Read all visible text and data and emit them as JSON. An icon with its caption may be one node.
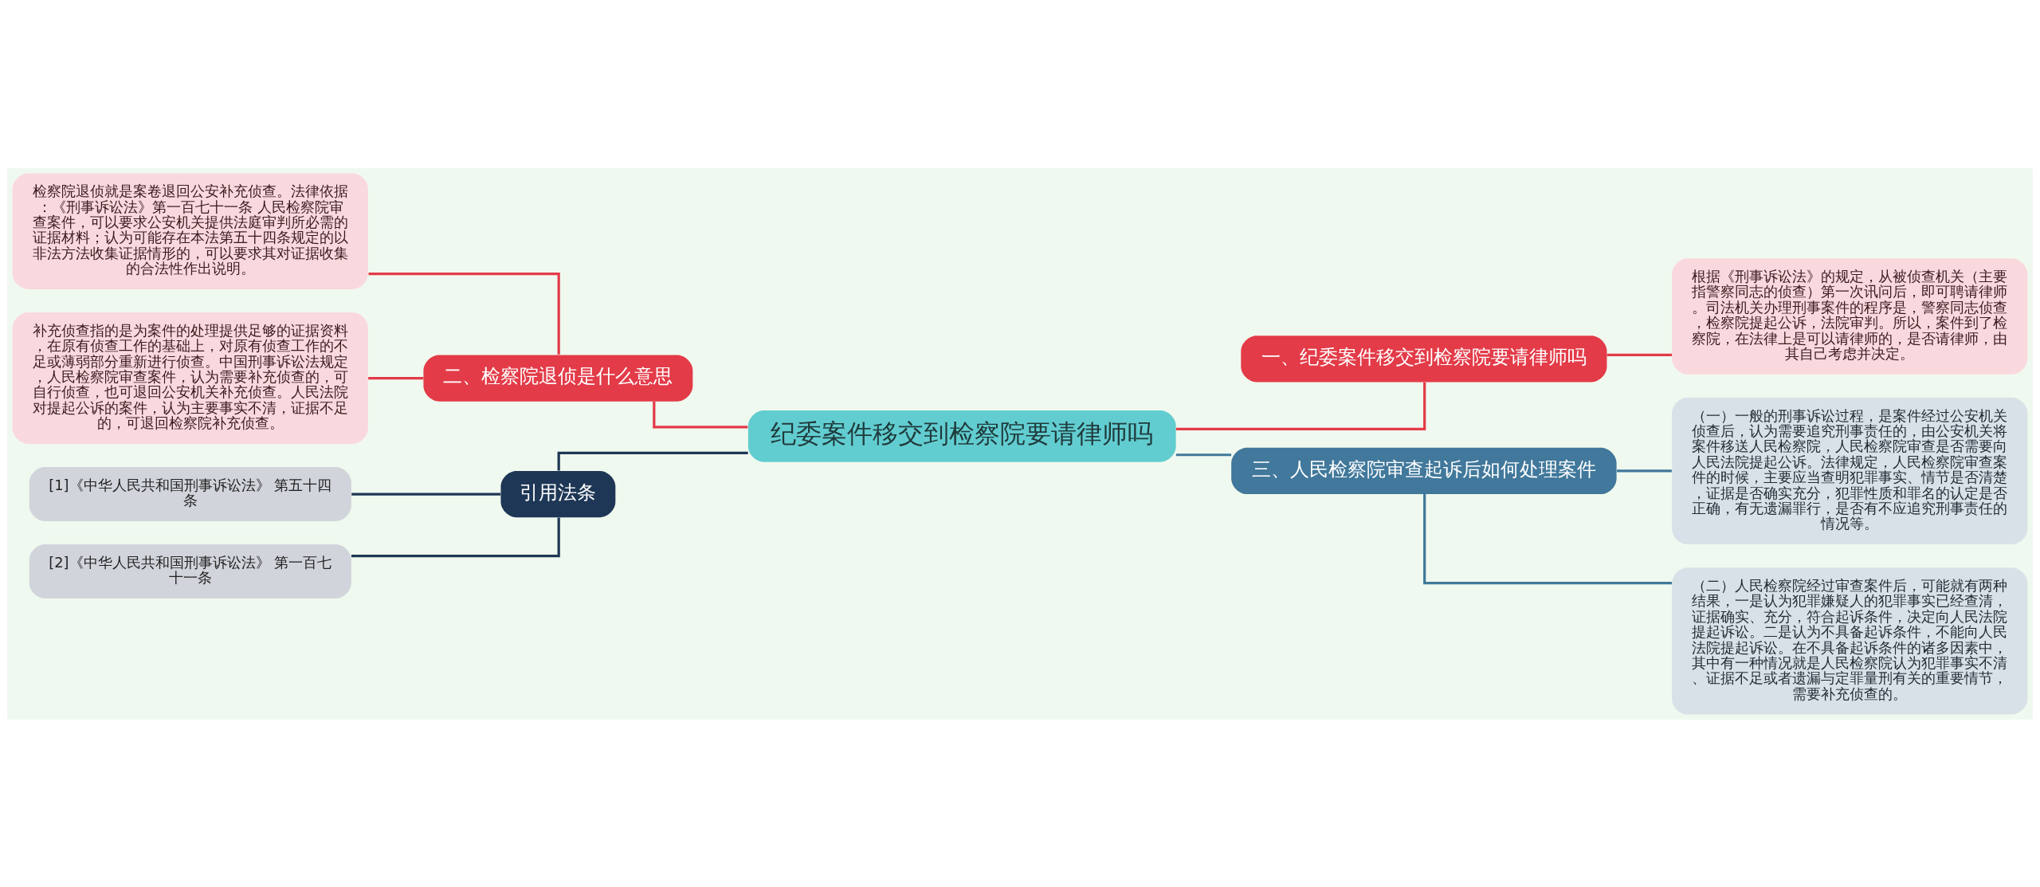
{
  "diagram": {
    "nodes": [
      {
        "text": [
          "纪委案件移交到检察院要请律师吗"
        ]
      },
      {
        "text": [
          "一、纪委案件移交到检察院要请律师吗"
        ]
      },
      {
        "text": [
          "根据《刑事诉讼法》的规定，从被侦查机关（主要指警察同志的侦查）第一次讯问后，即可聘请律师。司法机关办理刑事案件的程序是，警察同志侦查，检察院提起公诉，法院审判。所以，案件到了检察院，在法律上是可以请律师的，是否请律师，由其自己考虑并决定。"
        ]
      },
      {
        "text": [
          "三、人民检察院审查起诉后如何处理案件"
        ]
      },
      {
        "text": [
          "（一）一般的刑事诉讼过程，是案件经过公安机关侦查后，认为需要追究刑事责任的，由公安机关将案件移送人民检察院，人民检察院审查是否需要向人民法院提起公诉。法律规定，人民检察院审查案件的时候，主要应当查明犯罪事实、情节是否清楚，证据是否确实充分，犯罪性质和罪名的认定是否正确，有无遗漏罪行，是否有不应追究刑事责任的情况等。"
        ]
      },
      {
        "text": [
          "（二）人民检察院经过审查案件后，可能就有两种结果，一是认为犯罪嫌疑人的犯罪事实已经查清，证据确实、充分，符合起诉条件，决定向人民法院提起诉讼。二是认为不具备起诉条件，不能向人民法院提起诉讼。在不具备起诉条件的诸多因素中，其中有一种情况就是人民检察院认为犯罪事实不清、证据不足或者遗漏与定罪量刑有关的重要情节，需要补充侦查的。"
        ]
      },
      {
        "text": [
          "二、检察院退侦是什么意思"
        ]
      },
      {
        "text": [
          "检察院退侦就是案卷退回公安补充侦查。法律依据：《刑事诉讼法》第一百七十一条 人民检察院审查案件，可以要求公安机关提供法庭审判所必需的证据材料；认为可能存在本法第五十四条规定的以非法方法收集证据情形的，可以要求其对证据收集的合法性作出说明。"
        ]
      },
      {
        "text": [
          "补充侦查指的是为案件的处理提供足够的证据资料，在原有侦查工作的基础上，对原有侦查工作的不足或薄弱部分重新进行侦查。中国刑事诉讼法规定，人民检察院审查案件，认为需要补充侦查的，可自行侦查，也可退回公安机关补充侦查。人民法院对提起公诉的案件，认为主要事实不清，证据不足的，可退回检察院补充侦查。"
        ]
      },
      {
        "text": [
          "引用法条"
        ]
      },
      {
        "text": [
          "[1]《中华人民共和国刑事诉讼法》 第五十四条"
        ]
      },
      {
        "text": [
          "[2]《中华人民共和国刑事诉讼法》 第一百七十一条"
        ]
      }
    ],
    "edges": [
      {
        "from": 0,
        "to": 1,
        "arrow": "none"
      },
      {
        "from": 1,
        "to": 2,
        "arrow": "none"
      },
      {
        "from": 0,
        "to": 3,
        "arrow": "none",
        "color": "#41789b"
      },
      {
        "from": 3,
        "to": 4,
        "arrow": "none",
        "color": "#41789b"
      },
      {
        "from": 3,
        "to": 5,
        "arrow": "none",
        "color": "#41789b"
      },
      {
        "from": 0,
        "to": 6,
        "arrow": "none"
      },
      {
        "from": 6,
        "to": 7,
        "arrow": "none"
      },
      {
        "from": 6,
        "to": 8,
        "arrow": "none"
      },
      {
        "from": 0,
        "to": 9,
        "arrow": "none",
        "color": "#1e3756"
      },
      {
        "from": 9,
        "to": 10,
        "arrow": "none",
        "color": "#1e3756"
      },
      {
        "from": 9,
        "to": 11,
        "arrow": "none",
        "color": "#1e3756"
      }
    ]
  }
}
